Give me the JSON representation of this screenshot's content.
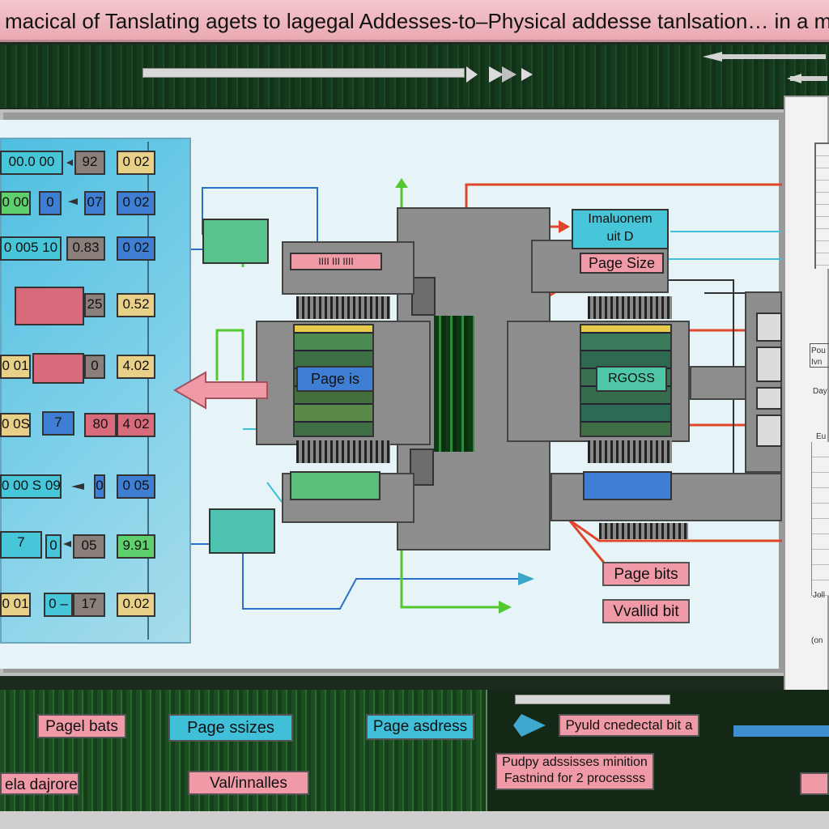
{
  "title": "macical of Tanslating agets to lagegal Addesses-to–Physical addesse tanlsation… in a megom::",
  "left_chips": [
    {
      "a": "00.0 00",
      "b": "92",
      "c": "0 02"
    },
    {
      "a": "0 00",
      "b": "0",
      "d": "07",
      "c": "0 02"
    },
    {
      "a": "0 005 10",
      "b": "0.83",
      "c": "0 02"
    },
    {
      "b": "25",
      "c": "0.52"
    },
    {
      "a": "0 01",
      "b": "0",
      "c": "4.02"
    },
    {
      "a": "0 0S",
      "b": "7",
      "d": "80",
      "c": "4 02"
    },
    {
      "a": "0 00 S 09",
      "b": "0",
      "c": "0 05"
    },
    {
      "a": "7",
      "b": "0",
      "d": "05",
      "c": "9.91"
    },
    {
      "a": "0 01",
      "b": "0 –",
      "d": "17",
      "c": "0.02"
    }
  ],
  "diagram": {
    "mmu_label": "IIII  III  IIII",
    "page_is": "Page is",
    "imaluonem_line1": "Imaluonem",
    "imaluonem_line2": "uit    D",
    "page_size": "Page Size",
    "rgoss": "RGOSS",
    "page_bits": "Page bits",
    "valid_bit": "Vvallid bit"
  },
  "doc": {
    "line1": "Pou",
    "line2": "Ivn",
    "line3": "Day",
    "line4": "Eu",
    "line5": "Joll",
    "line6": "(on"
  },
  "bottom_labels": {
    "pagel_bats": "Pagel bats",
    "page_ssizes": "Page ssizes",
    "page_asdress": "Page asdress",
    "pyuld": "Pyuld cnedectal bit a",
    "ela_dajrores": "ela dajrores",
    "val_innalles": "Val/innalles",
    "pudpy_line1": "Pudpy adssisses minition",
    "pudpy_line2": "Fastnind for 2 processss"
  },
  "colors": {
    "accent_pink": "#e78c98",
    "accent_cyan": "#3fc0d8",
    "arrow_red": "#e0462a",
    "arrow_green": "#52c82e"
  }
}
